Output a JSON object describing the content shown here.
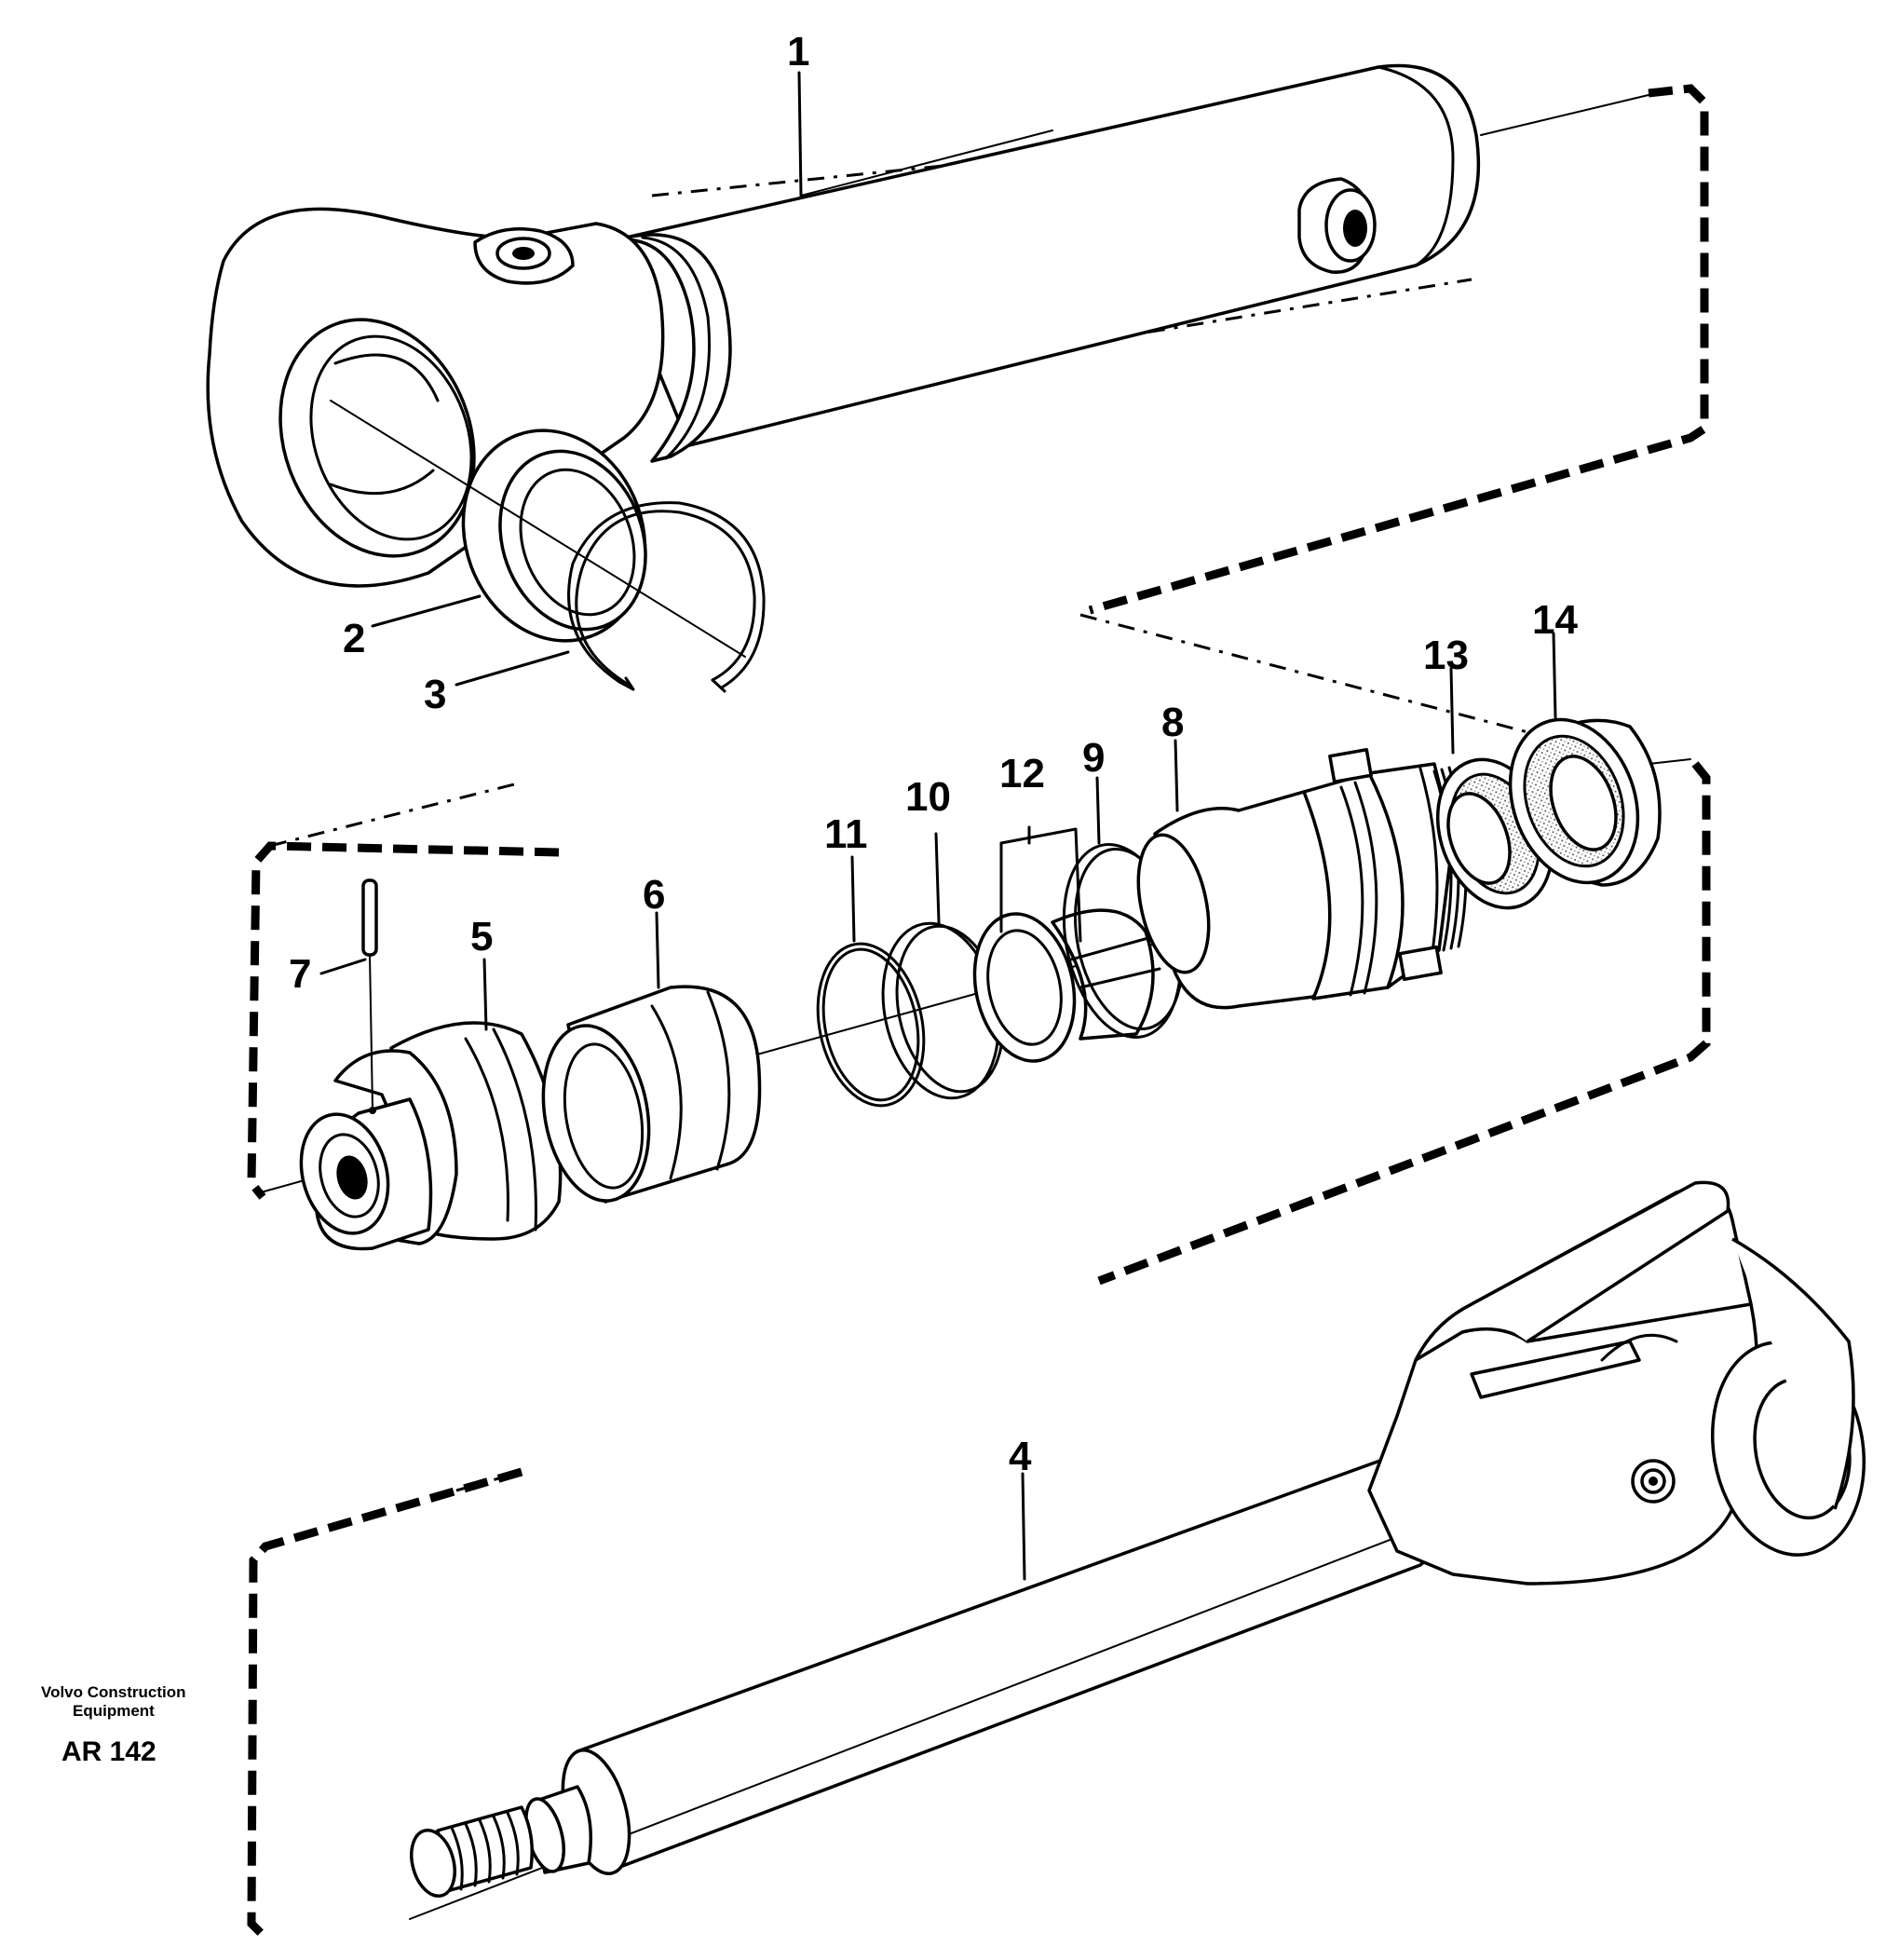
{
  "callouts": {
    "c1": "1",
    "c2": "2",
    "c3": "3",
    "c4": "4",
    "c5": "5",
    "c6": "6",
    "c7": "7",
    "c8": "8",
    "c9": "9",
    "c10": "10",
    "c11": "11",
    "c12": "12",
    "c13": "13",
    "c14": "14"
  },
  "footer": {
    "brand_line1": "Volvo Construction",
    "brand_line2": "Equipment",
    "drawing_code": "AR 142"
  }
}
